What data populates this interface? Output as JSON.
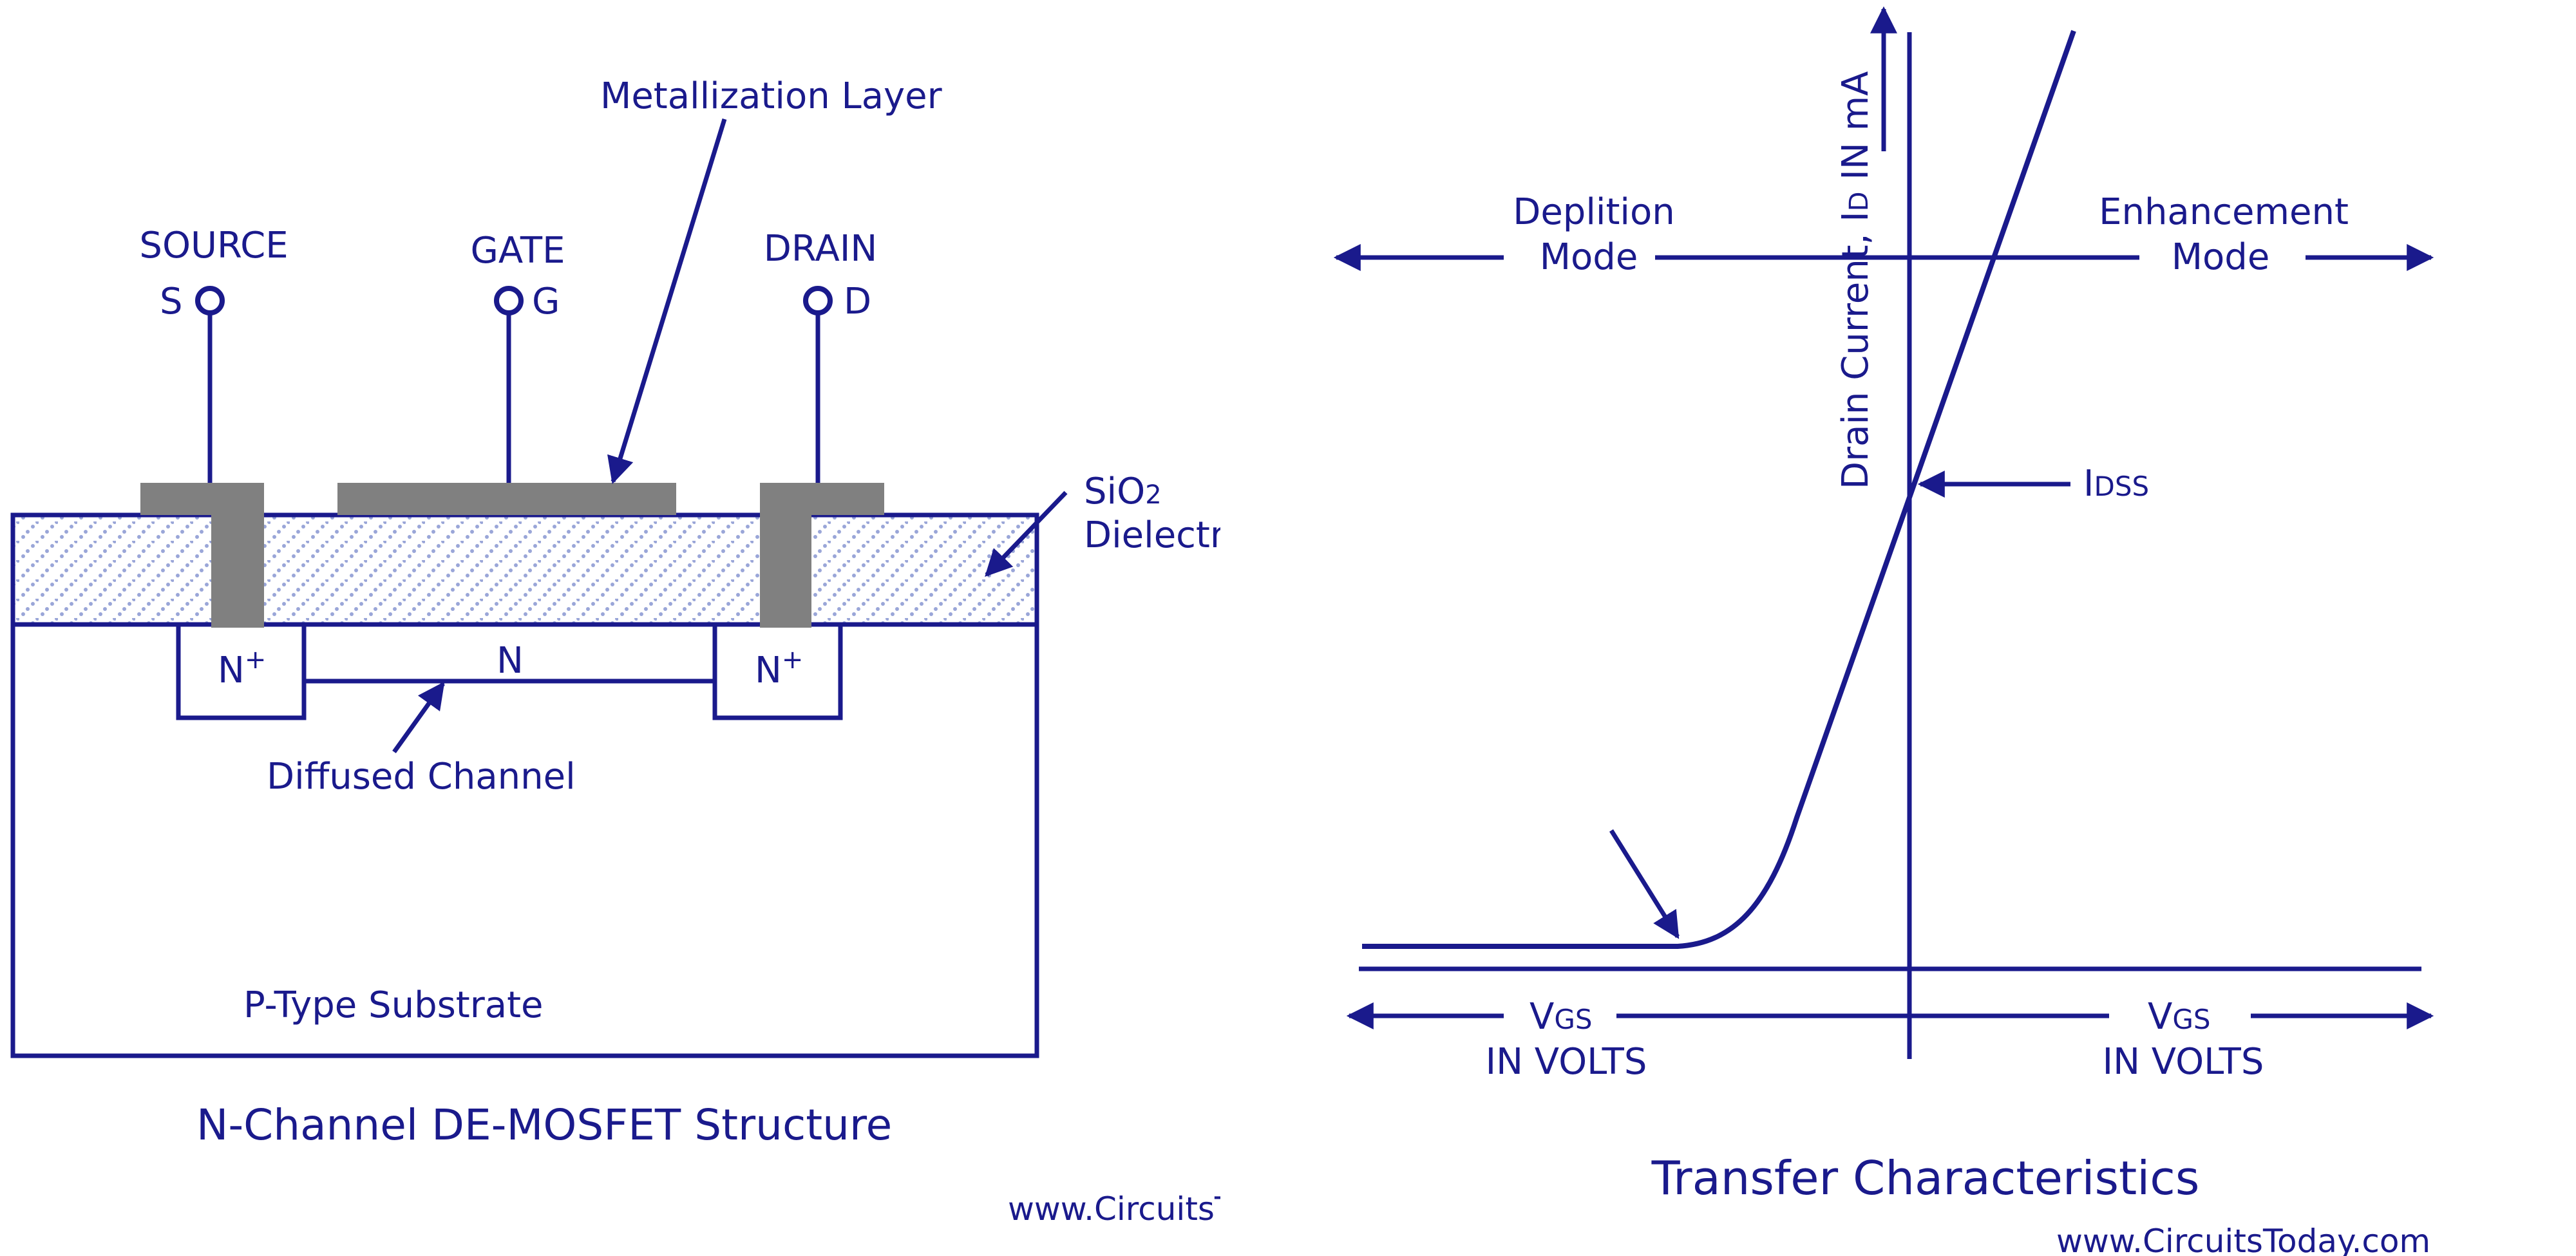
{
  "colors": {
    "ink": "#1a1a8c",
    "metal": "#808080",
    "dielectric_dot": "#9aa6d8",
    "background": "#ffffff"
  },
  "structure": {
    "top_label": "Metallization Layer",
    "terminals": {
      "source": {
        "name": "SOURCE",
        "letter": "S"
      },
      "gate": {
        "name": "GATE",
        "letter": "G"
      },
      "drain": {
        "name": "DRAIN",
        "letter": "D"
      }
    },
    "dielectric_label_1": "SiO",
    "dielectric_label_sub": "2",
    "dielectric_label_2": "Dielectr",
    "n_plus_left": "N",
    "n_plus_right": "N",
    "n_plus_sup": "+",
    "channel_label": "N",
    "diffused_label": "Diffused Channel",
    "substrate_label": "P-Type Substrate",
    "title": "N-Channel DE-MOSFET Structure",
    "watermark": "www.CircuitsT"
  },
  "characteristics": {
    "y_axis_label_1": "Drain Current, I",
    "y_axis_label_sub": "D",
    "y_axis_label_2": " IN mA",
    "depletion_1": "Deplition",
    "depletion_2": "Mode",
    "enhancement_1": "Enhancement",
    "enhancement_2": "Mode",
    "idss_main": "I",
    "idss_sub": "DSS",
    "vgs_left_main": "V",
    "vgs_left_sub": "GS",
    "vgs_left_units": "IN VOLTS",
    "vgs_right_main": "V",
    "vgs_right_sub": "GS",
    "vgs_right_units": "IN VOLTS",
    "title": "Transfer Characteristics",
    "watermark": "www.CircuitsToday.com"
  }
}
